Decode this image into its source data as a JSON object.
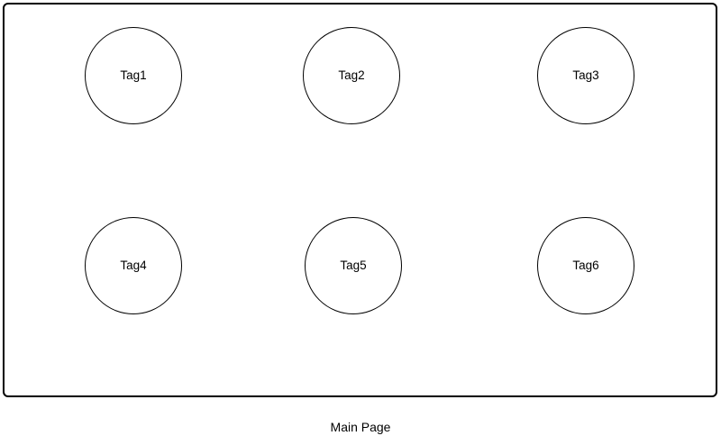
{
  "page": {
    "background": "#ffffff",
    "stroke_color": "#000000",
    "fill_color": "#ffffff",
    "text_color": "#000000"
  },
  "container": {
    "label": "Main Page"
  },
  "nodes": [
    {
      "label": "Tag1"
    },
    {
      "label": "Tag2"
    },
    {
      "label": "Tag3"
    },
    {
      "label": "Tag4"
    },
    {
      "label": "Tag5"
    },
    {
      "label": "Tag6"
    }
  ]
}
